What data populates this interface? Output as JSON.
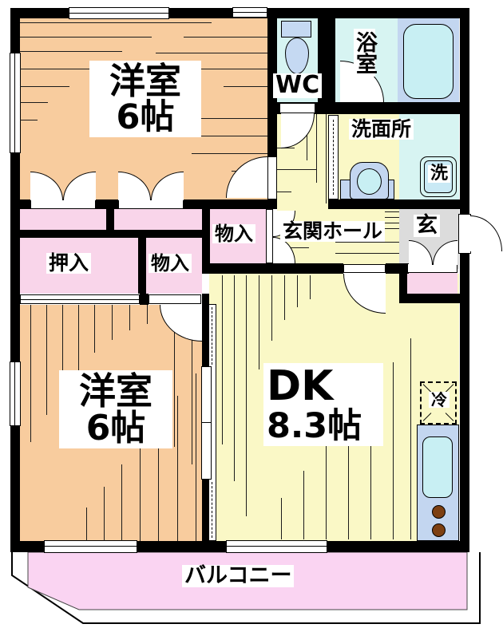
{
  "plan": {
    "rooms": {
      "western_upper": {
        "name": "洋室",
        "size": "6帖"
      },
      "wc": {
        "name": "WC"
      },
      "bath": {
        "name": "浴室"
      },
      "washroom": {
        "name": "洗面所"
      },
      "washer": {
        "name": "洗"
      },
      "storage_hall": {
        "name": "物入"
      },
      "entrance_hall": {
        "name": "玄関ホール"
      },
      "entrance": {
        "name": "玄"
      },
      "oshiire": {
        "name": "押入"
      },
      "storage_lower": {
        "name": "物入"
      },
      "western_lower": {
        "name": "洋室",
        "size": "6帖"
      },
      "dk": {
        "name": "DK",
        "size": "8.3帖"
      },
      "fridge": {
        "name": "冷"
      },
      "balcony": {
        "name": "バルコニー"
      }
    },
    "colors": {
      "wall": "#000000",
      "western_room": "#F8CC9E",
      "hall_dk": "#FAF8C6",
      "closet": "#F9D5EA",
      "balcony": "#FAD4F2",
      "entrance_floor": "#DCDCDC",
      "wet_floor": "#D7F4F2",
      "fixture": "#C3D6F0",
      "basin": "#C8EFF3",
      "burner": "#7D4012"
    }
  }
}
